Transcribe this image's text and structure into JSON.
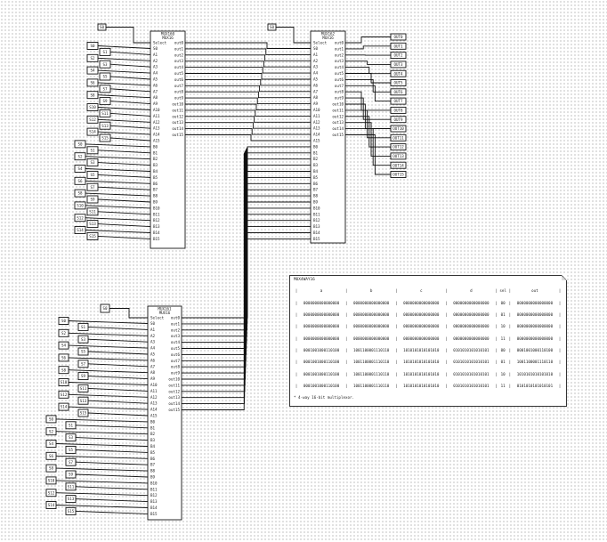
{
  "muxes": [
    {
      "id": "mux-a",
      "title": "MUX160",
      "header": "MUX16",
      "select_label": "Select",
      "select_input": "S0",
      "outs": [
        "out0",
        "out1",
        "out2",
        "out3",
        "out4",
        "out5",
        "out6",
        "out7",
        "out8",
        "out9",
        "out10",
        "out11",
        "out12",
        "out13",
        "out14",
        "out15"
      ],
      "inputs": [
        "S0",
        "A1",
        "A2",
        "A3",
        "A4",
        "A5",
        "A6",
        "A7",
        "A8",
        "A9",
        "A10",
        "A11",
        "A12",
        "A13",
        "A14",
        "A15",
        "B0",
        "B1",
        "B2",
        "B3",
        "B4",
        "B5",
        "B6",
        "B7",
        "B8",
        "B9",
        "B10",
        "B11",
        "B12",
        "B13",
        "B14",
        "B15"
      ],
      "left_labels": [
        "S0",
        "S1",
        "S2",
        "S3",
        "S4",
        "S5",
        "S6",
        "S7",
        "S8",
        "S9",
        "S10",
        "S11",
        "S12",
        "S13",
        "S14",
        "S15",
        "S0",
        "S1",
        "S2",
        "S3",
        "S4",
        "S5",
        "S6",
        "S7",
        "S8",
        "S9",
        "S10",
        "S11",
        "S12",
        "S13",
        "S14",
        "S15"
      ]
    },
    {
      "id": "mux-b",
      "title": "MUX162",
      "header": "MUX16",
      "select_label": "Select",
      "select_input": "S0",
      "outs": [
        "out0",
        "out1",
        "out2",
        "out3",
        "out4",
        "out5",
        "out6",
        "out7",
        "out8",
        "out9",
        "out10",
        "out11",
        "out12",
        "out13",
        "out14",
        "out15"
      ],
      "inputs": [
        "S0",
        "A1",
        "A2",
        "A3",
        "A4",
        "A5",
        "A6",
        "A7",
        "A8",
        "A9",
        "A10",
        "A11",
        "A12",
        "A13",
        "A14",
        "A15",
        "B0",
        "B1",
        "B2",
        "B3",
        "B4",
        "B5",
        "B6",
        "B7",
        "B8",
        "B9",
        "B10",
        "B11",
        "B12",
        "B13",
        "B14",
        "B15"
      ],
      "out_labels": [
        "OUT0",
        "OUT1",
        "OUT2",
        "OUT3",
        "OUT4",
        "OUT5",
        "OUT6",
        "OUT7",
        "OUT8",
        "OUT9",
        "OUT10",
        "OUT11",
        "OUT12",
        "OUT13",
        "OUT14",
        "OUT15"
      ]
    },
    {
      "id": "mux-c",
      "title": "MUX161",
      "header": "MUX16",
      "select_label": "Select",
      "select_input": "S0",
      "outs": [
        "out0",
        "out1",
        "out2",
        "out3",
        "out4",
        "out5",
        "out6",
        "out7",
        "out8",
        "out9",
        "out10",
        "out11",
        "out12",
        "out13",
        "out14",
        "out15"
      ],
      "inputs": [
        "S0",
        "A1",
        "A2",
        "A3",
        "A4",
        "A5",
        "A6",
        "A7",
        "A8",
        "A9",
        "A10",
        "A11",
        "A12",
        "A13",
        "A14",
        "A15",
        "B0",
        "B1",
        "B2",
        "B3",
        "B4",
        "B5",
        "B6",
        "B7",
        "B8",
        "B9",
        "B10",
        "B11",
        "B12",
        "B13",
        "B14",
        "B15"
      ],
      "left_labels": [
        "S0",
        "S1",
        "S2",
        "S3",
        "S4",
        "S5",
        "S6",
        "S7",
        "S8",
        "S9",
        "S10",
        "S11",
        "S12",
        "S13",
        "S14",
        "S15",
        "S0",
        "S1",
        "S2",
        "S3",
        "S4",
        "S5",
        "S6",
        "S7",
        "S8",
        "S9",
        "S10",
        "S11",
        "S12",
        "S13",
        "S14",
        "S15"
      ]
    }
  ],
  "note": {
    "title": "MUX4WAY16",
    "headers": [
      "a",
      "b",
      "c",
      "d",
      "sel",
      "out"
    ],
    "rows": [
      [
        "0000000000000000",
        "0000000000000000",
        "0000000000000000",
        "0000000000000000",
        "00",
        "0000000000000000"
      ],
      [
        "0000000000000000",
        "0000000000000000",
        "0000000000000000",
        "0000000000000000",
        "01",
        "0000000000000000"
      ],
      [
        "0000000000000000",
        "0000000000000000",
        "0000000000000000",
        "0000000000000000",
        "10",
        "0000000000000000"
      ],
      [
        "0000000000000000",
        "0000000000000000",
        "0000000000000000",
        "0000000000000000",
        "11",
        "0000000000000000"
      ],
      [
        "0001001000110100",
        "1001100001110110",
        "1010101010101010",
        "0101010101010101",
        "00",
        "0001001000110100"
      ],
      [
        "0001001000110100",
        "1001100001110110",
        "1010101010101010",
        "0101010101010101",
        "01",
        "1001100001110110"
      ],
      [
        "0001001000110100",
        "1001100001110110",
        "1010101010101010",
        "0101010101010101",
        "10",
        "1010101010101010"
      ],
      [
        "0001001000110100",
        "1001100001110110",
        "1010101010101010",
        "0101010101010101",
        "11",
        "0101010101010101"
      ]
    ],
    "footnote": "* 4-way 16-bit multiplexor."
  }
}
